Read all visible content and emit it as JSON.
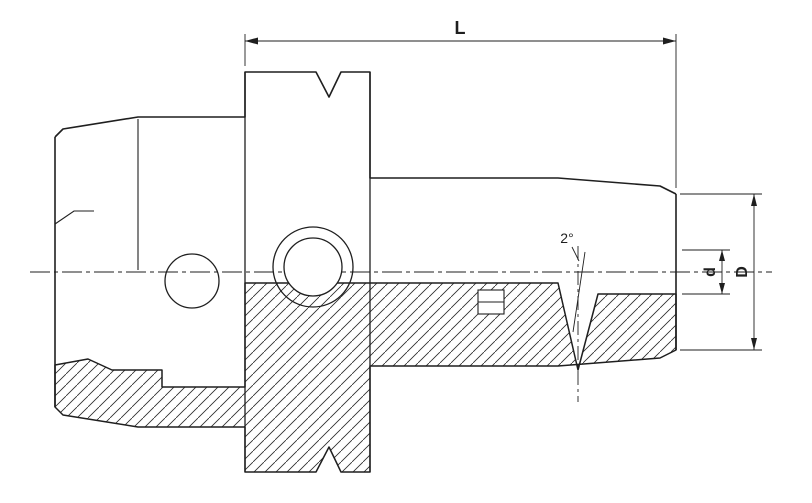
{
  "drawing": {
    "type": "technical-drawing",
    "subject": "tool-holder-half-section",
    "labels": {
      "length": "L",
      "angle": "2°",
      "bore_diameter": "d",
      "outer_diameter": "D"
    },
    "colors": {
      "line": "#1f1f1f",
      "background": "#ffffff"
    }
  }
}
